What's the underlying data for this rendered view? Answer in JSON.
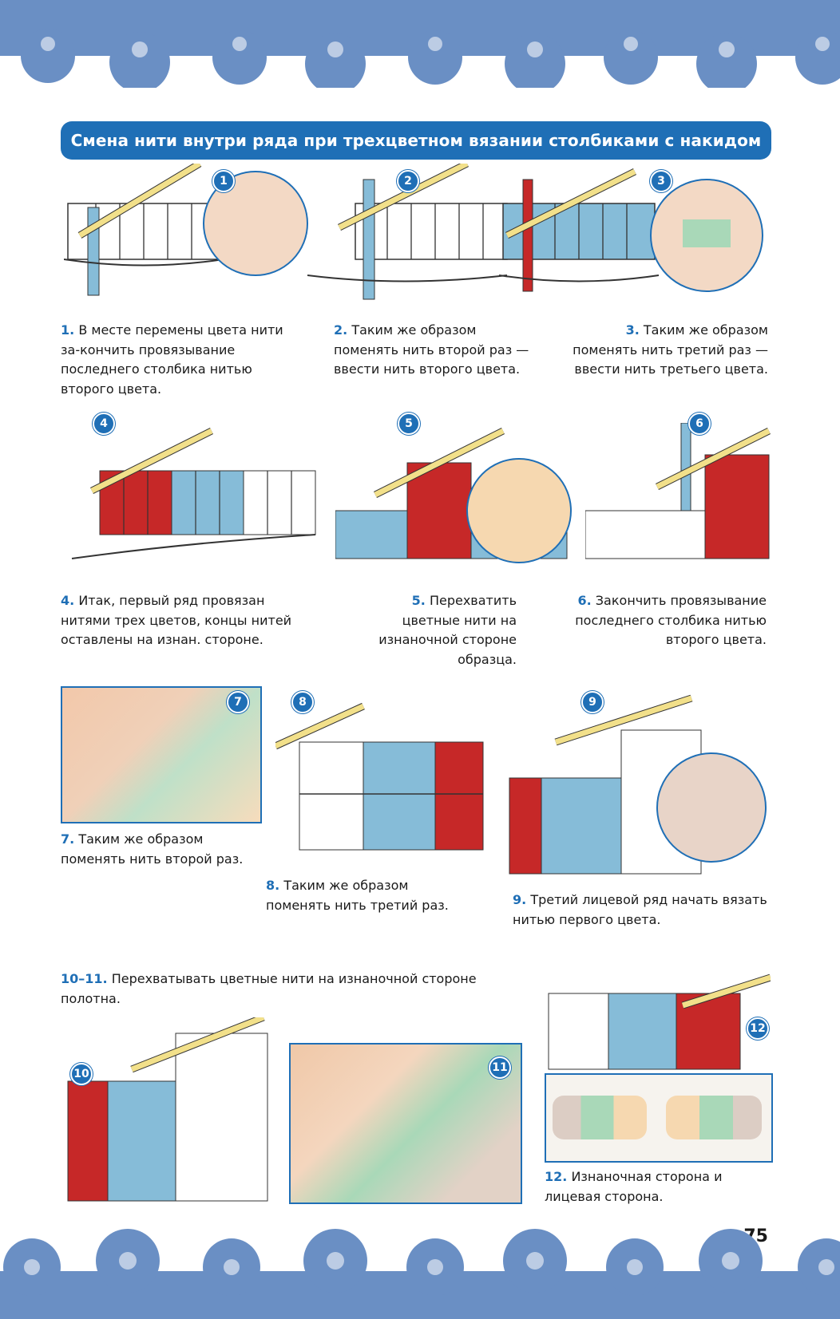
{
  "title": "Смена нити внутри ряда при трехцветном вязании столбиками с накидом",
  "steps": [
    {
      "n": "1",
      "num": "1.",
      "text": "В месте перемены цвета нити за-кончить провязывание последнего столбика нитью второго цвета."
    },
    {
      "n": "2",
      "num": "2.",
      "text": "Таким же образом поменять нить второй раз — ввести нить второго цвета."
    },
    {
      "n": "3",
      "num": "3.",
      "text": "Таким же образом поменять нить третий раз — ввести нить третьего цвета."
    },
    {
      "n": "4",
      "num": "4.",
      "text": "Итак, первый ряд провязан нитями трех цветов, концы нитей оставлены на изнан. стороне."
    },
    {
      "n": "5",
      "num": "5.",
      "text": "Перехватить цветные нити на изнаночной стороне образца."
    },
    {
      "n": "6",
      "num": "6.",
      "text": "Закончить провязывание последнего столбика нитью второго цвета."
    },
    {
      "n": "7",
      "num": "7.",
      "text": "Таким же образом поменять нить второй раз."
    },
    {
      "n": "8",
      "num": "8.",
      "text": "Таким же образом поменять нить третий раз."
    },
    {
      "n": "9",
      "num": "9.",
      "text": "Третий лицевой ряд начать вязать нитью первого цвета."
    },
    {
      "n": "10",
      "num": "",
      "text": ""
    },
    {
      "n": "11",
      "num": "",
      "text": ""
    },
    {
      "n": "12",
      "num": "12.",
      "text": "Изнаночная сторона и лицевая сторона."
    }
  ],
  "caption_10_11": {
    "num": "10–11.",
    "text": "Перехватывать цветные нити на изнаночной стороне полотна."
  },
  "page_number": "75",
  "colors": {
    "accent": "#1f6fb6",
    "red": "#c62828",
    "blue": "#86bcd8",
    "yarn_hook": "#f2e08a"
  }
}
